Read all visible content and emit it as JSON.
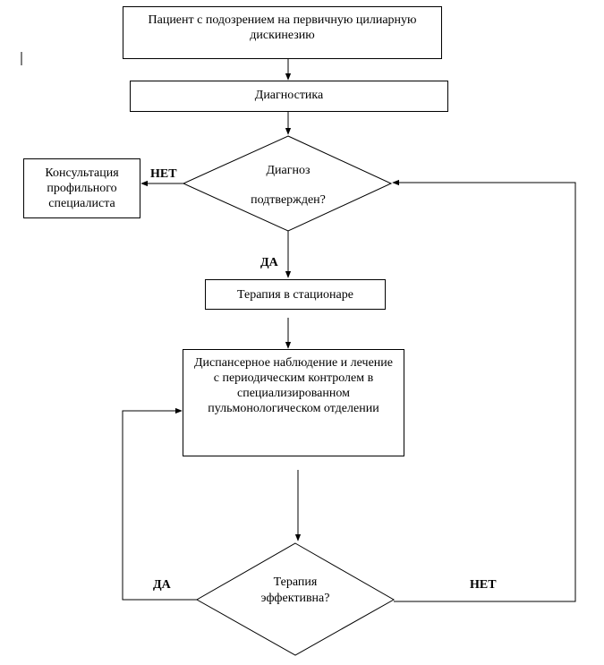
{
  "nodes": {
    "patient": "Пациент с подозрением на первичную цилиарную дискинезию",
    "diagnostics": "Диагностика",
    "diagnosis_question_line1": "Диагноз",
    "diagnosis_question_line2": "подтвержден?",
    "consult": "Консультация профильного специалиста",
    "therapy_hospital": "Терапия в стационаре",
    "dispensary": "Диспансерное наблюдение и лечение с периодическим контролем в специализированном пульмонологическом отделении",
    "therapy_question_line1": "Терапия",
    "therapy_question_line2": "эффективна?"
  },
  "labels": {
    "no_left": "НЕТ",
    "yes_down": "ДА",
    "yes_loop": "ДА",
    "no_loop": "НЕТ"
  }
}
